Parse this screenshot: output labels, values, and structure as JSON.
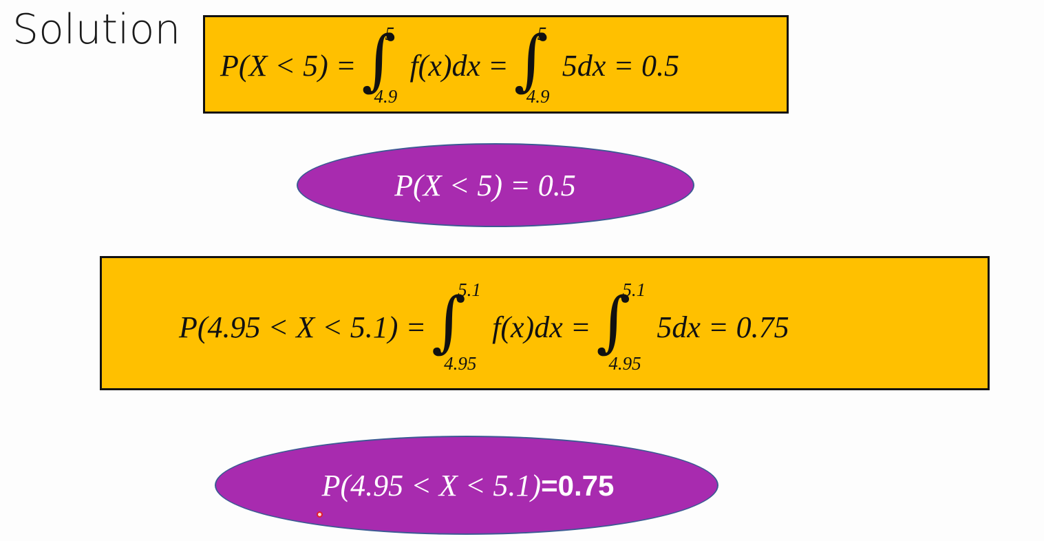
{
  "title": "Solution",
  "eq1": {
    "lhs": "P(X < 5) =",
    "integral1": {
      "upper": "5",
      "lower": "4.9"
    },
    "integrand1": "f(x)dx =",
    "integral2": {
      "upper": "5",
      "lower": "4.9"
    },
    "integrand2": "5dx = 0.5"
  },
  "result1": "P(X < 5) = 0.5",
  "eq2": {
    "lhs": "P(4.95 < X < 5.1) =",
    "integral1": {
      "upper": "5.1",
      "lower": "4.95"
    },
    "integrand1": "f(x)dx =",
    "integral2": {
      "upper": "5.1",
      "lower": "4.95"
    },
    "integrand2": "5dx = 0.75"
  },
  "result2": {
    "expression": "P(4.95 < X < 5.1)",
    "value": "=0.75"
  },
  "colors": {
    "box_fill": "#ffc000",
    "ellipse_fill": "#a82baf",
    "ellipse_border": "#3b5a93"
  }
}
